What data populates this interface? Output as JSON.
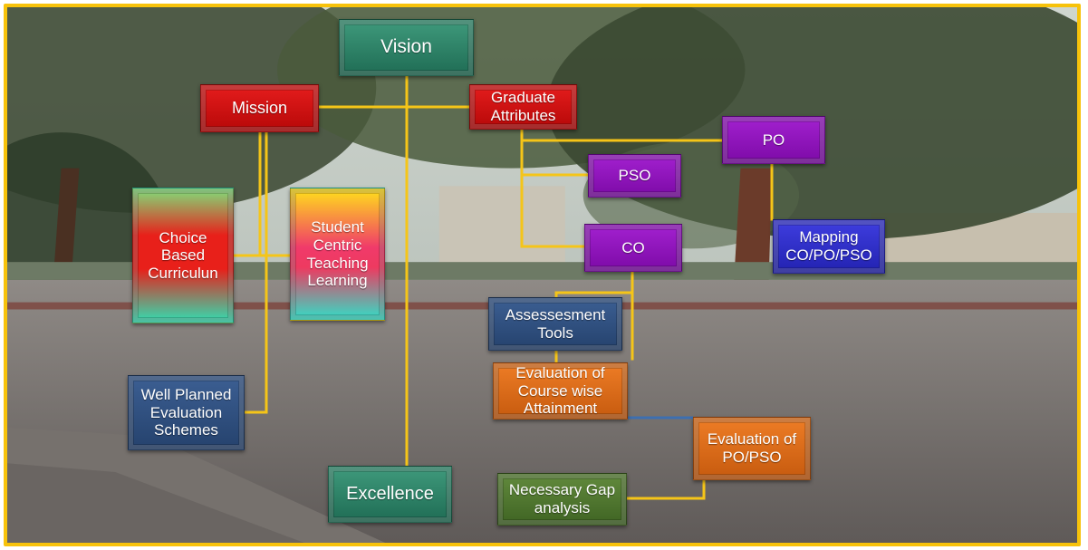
{
  "diagram": {
    "nodes": {
      "vision": "Vision",
      "mission": "Mission",
      "graduate_attributes": "Graduate\nAttributes",
      "po": "PO",
      "pso": "PSO",
      "co": "CO",
      "mapping": "Mapping\nCO/PO/PSO",
      "choice_based": "Choice\nBased\nCurriculun",
      "student_centric": "Student\nCentric\nTeaching\nLearning",
      "assessment_tools": "Assessesment\nTools",
      "evaluation_course": "Evaluation of\nCourse wise\nAttainment",
      "evaluation_po_pso": "Evaluation of\nPO/PSO",
      "well_planned": "Well Planned\nEvaluation\nSchemes",
      "excellence": "Excellence",
      "gap_analysis": "Necessary Gap\nanalysis"
    },
    "colors": {
      "frame": "#f7c20a",
      "connector": "#f5c518",
      "connector_blue": "#3d6fb0",
      "red": "#d01212",
      "purple": "#9017c0",
      "green": "#2e8467",
      "darkblue": "#2f4f80",
      "orange": "#e06c18",
      "royal": "#2f2fcc",
      "olive": "#4f7530"
    }
  }
}
